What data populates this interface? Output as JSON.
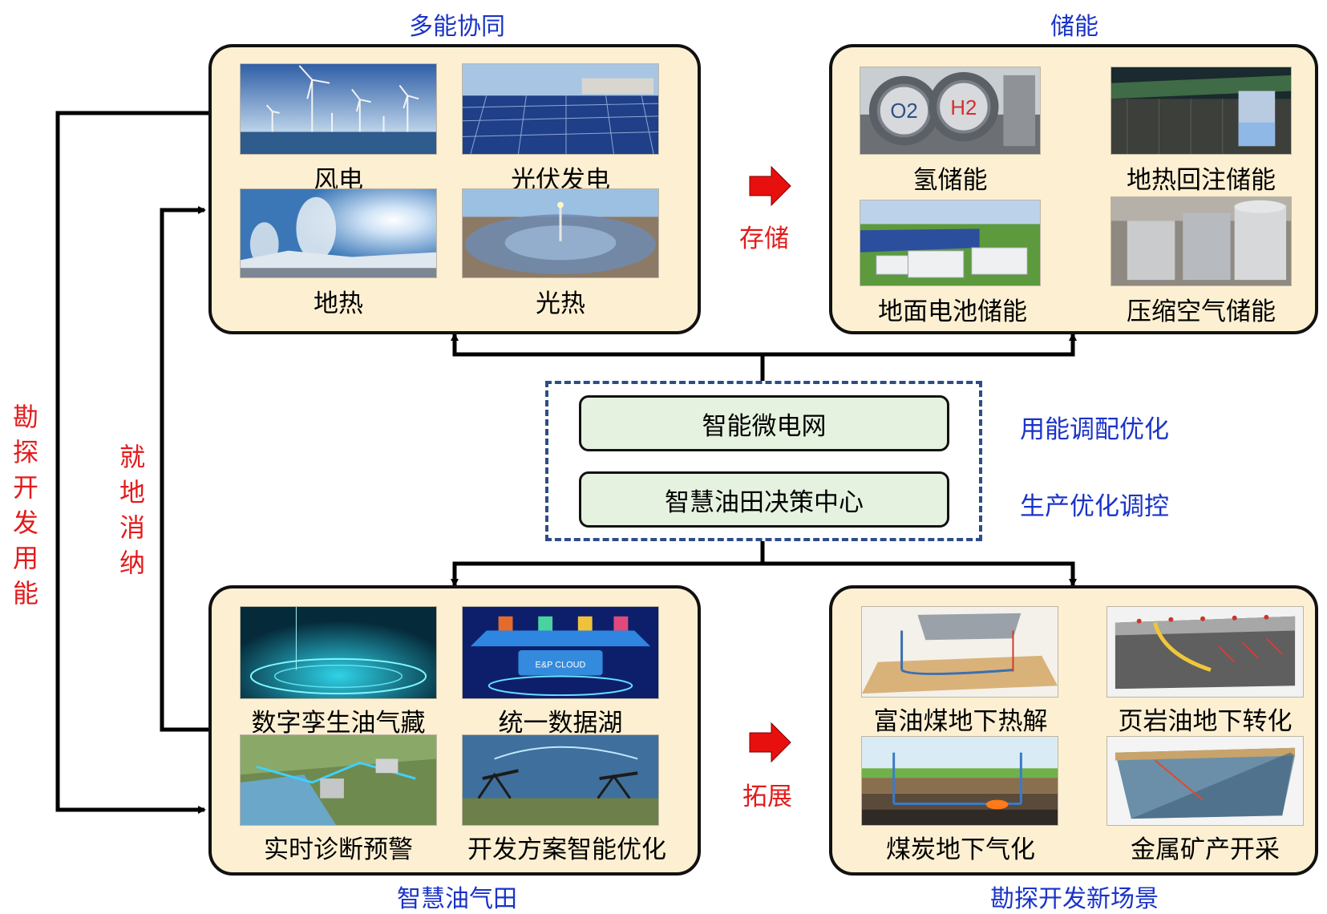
{
  "titles": {
    "multi_energy": "多能协同",
    "storage": "储能",
    "smart_field": "智慧油气田",
    "new_scenes": "勘探开发新场景"
  },
  "side_labels": {
    "left_outer": [
      "勘",
      "探",
      "开",
      "发",
      "用",
      "能"
    ],
    "left_inner": [
      "就",
      "地",
      "消",
      "纳"
    ]
  },
  "arrows": {
    "store": "存储",
    "expand": "拓展"
  },
  "center": {
    "microgrid": "智能微电网",
    "decision_center": "智慧油田决策中心",
    "right_label_1": "用能调配优化",
    "right_label_2": "生产优化调控"
  },
  "multi_energy_items": [
    "风电",
    "光伏发电",
    "地热",
    "光热"
  ],
  "storage_items": [
    "氢储能",
    "地热回注储能",
    "地面电池储能",
    "压缩空气储能"
  ],
  "smart_field_items": [
    "数字孪生油气藏",
    "统一数据湖",
    "实时诊断预警",
    "开发方案智能优化"
  ],
  "new_scene_items": [
    "富油煤地下热解",
    "页岩油地下转化",
    "煤炭地下气化",
    "金属矿产开采"
  ],
  "image_text": {
    "o2": "O2",
    "h2": "H2",
    "cloud": "E&P CLOUD"
  },
  "colors": {
    "panel_fill": "#fdf0d2",
    "title_blue": "#1a33c8",
    "accent_red": "#e21b1b",
    "green_box": "#e5f2df",
    "dashed_border": "#2e4d86"
  }
}
